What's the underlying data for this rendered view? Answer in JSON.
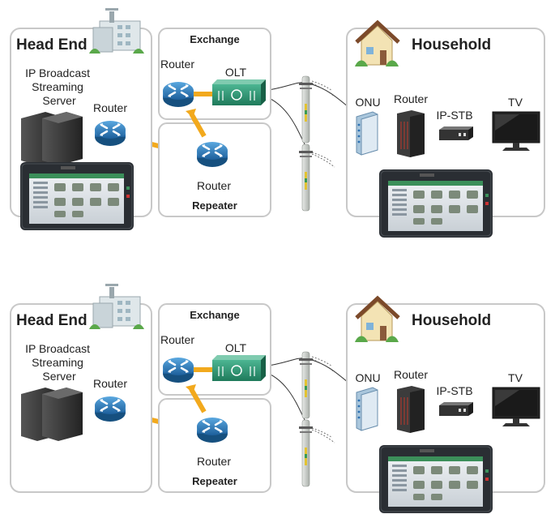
{
  "diagrams": [
    {
      "head_end": {
        "title": "Head End",
        "server_label_lines": [
          "IP Broadcast",
          "Streaming",
          "Server"
        ],
        "router_label": "Router"
      },
      "exchange": {
        "title": "Exchange",
        "router_label": "Router",
        "olt_label": "OLT"
      },
      "repeater": {
        "title": "Repeater",
        "router_label": "Router"
      },
      "household": {
        "title": "Household",
        "onu_label": "ONU",
        "router_label": "Router",
        "stb_label": "IP-STB",
        "tv_label": "TV"
      }
    },
    {
      "head_end": {
        "title": "Head End",
        "server_label_lines": [
          "IP Broadcast",
          "Streaming",
          "Server"
        ],
        "router_label": "Router"
      },
      "exchange": {
        "title": "Exchange",
        "router_label": "Router",
        "olt_label": "OLT"
      },
      "repeater": {
        "title": "Repeater",
        "router_label": "Router"
      },
      "household": {
        "title": "Household",
        "onu_label": "ONU",
        "router_label": "Router",
        "stb_label": "IP-STB",
        "tv_label": "TV"
      }
    }
  ],
  "colors": {
    "panel_border": "#c8c8c8",
    "router_blue": "#2a7fc1",
    "link_orange": "#f2a91d",
    "olt_green": "#2f9c78",
    "tester_dark": "#2a2e33",
    "pole_gray": "#cfd3cf"
  },
  "icons": [
    "building-icon",
    "house-icon",
    "server-icon",
    "router-icon",
    "olt-icon",
    "onu-icon",
    "switch-icon",
    "stb-icon",
    "tv-icon",
    "tester-icon",
    "utility-pole-icon"
  ]
}
